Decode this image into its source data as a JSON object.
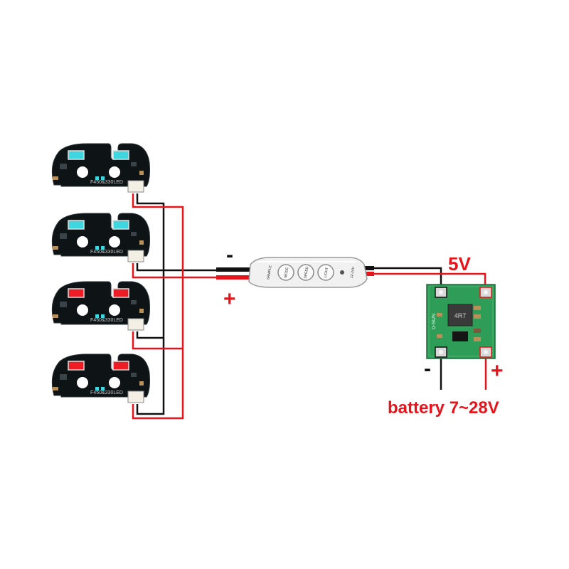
{
  "diagram": {
    "boards": [
      {
        "name": "led-board-1",
        "led_color": "#3fd6e0",
        "silk": "F450&330LED"
      },
      {
        "name": "led-board-2",
        "led_color": "#3fd6e0",
        "silk": "F450&330LED"
      },
      {
        "name": "led-board-3",
        "led_color": "#ee1c24",
        "silk": "F450&330LED"
      },
      {
        "name": "led-board-4",
        "led_color": "#ee1c24",
        "silk": "F450&330LED"
      }
    ],
    "controller": {
      "buttons": [
        "MODE",
        "SPEED",
        "LIGHT"
      ],
      "edge_left": "SAMPLE",
      "edge_right": "12-24V",
      "minus_label": "-",
      "plus_label": "+"
    },
    "regulator": {
      "chip_label": "4R7",
      "side_label": "D-SUN",
      "output_label": "5V",
      "input_minus_label": "-",
      "input_plus_label": "+",
      "battery_label": "battery 7~28V"
    },
    "colors": {
      "wire_red": "#e8141b",
      "wire_black": "#111111",
      "pcb_black": "#0e1316",
      "pcb_green": "#2e9d57"
    }
  }
}
